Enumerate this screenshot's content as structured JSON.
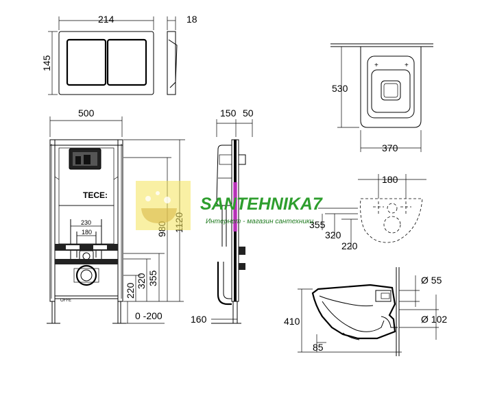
{
  "dimensions": {
    "plate_width": "214",
    "plate_depth": "18",
    "plate_height": "145",
    "frame_width": "500",
    "frame_depth_a": "150",
    "frame_depth_b": "50",
    "frame_depth_bottom": "160",
    "frame_height_total": "1120",
    "frame_height_980": "980",
    "height_355": "355",
    "height_320": "320",
    "height_220": "220",
    "floor_adjust": "0 -200",
    "bolt_spacing_230": "230",
    "bolt_spacing_180": "180",
    "bowl_length": "530",
    "bowl_width": "370",
    "mount_spacing": "180",
    "mount_355": "355",
    "mount_320": "320",
    "mount_220": "220",
    "bowl_height": "410",
    "inlet_diameter": "Ø 55",
    "outlet_diameter": "Ø 102",
    "outlet_height": "85"
  },
  "brand_label": "TECE:",
  "small_label": "OFFE",
  "watermark": {
    "title": "SANTEHNIKA7",
    "subtitle": "Интернет - магазин сантехники",
    "logo_colors": {
      "yellow": "#f4e35a",
      "green": "#2e9e2e",
      "magenta": "#e040e0"
    }
  }
}
